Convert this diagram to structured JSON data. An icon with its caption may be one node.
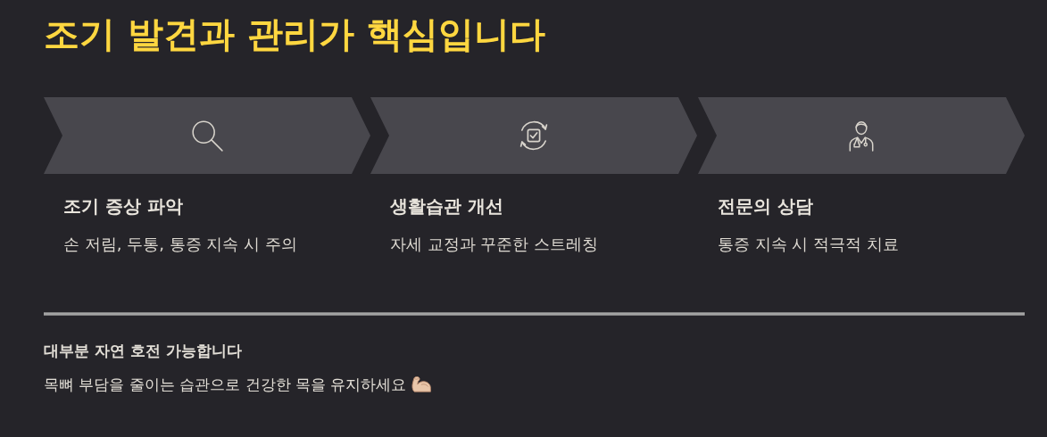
{
  "diagram": {
    "title": "조기 발견과 관리가 핵심입니다",
    "nodes": [
      {
        "text": [
          "조기 증상 파악",
          "손 저림, 두통, 통증 지속 시 주의"
        ]
      },
      {
        "text": [
          "생활습관 개선",
          "자세 교정과 꾸준한 스트레칭"
        ]
      },
      {
        "text": [
          "전문의 상담",
          "통증 지속 시 적극적 치료"
        ]
      }
    ],
    "labels": [
      "대부분 자연 호전 가능합니다",
      "목뼈 부담을 줄이는 습관으로 건강한 목을 유지하세요"
    ]
  }
}
